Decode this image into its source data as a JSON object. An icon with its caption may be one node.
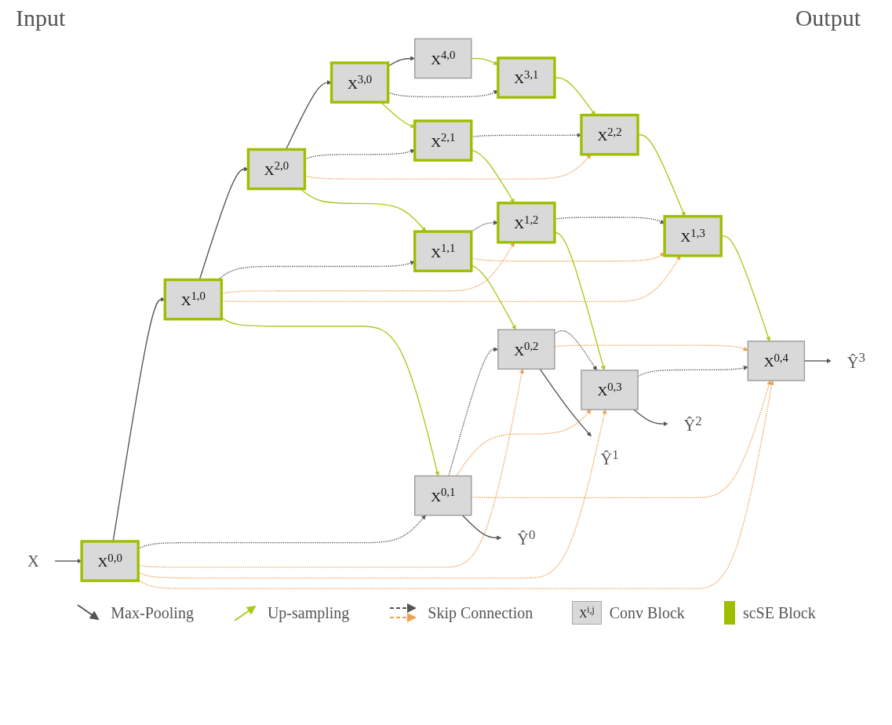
{
  "diagram": {
    "nodes": [
      {
        "text": [
          "X"
        ]
      },
      {
        "text": [
          "Ŷ$^{0}$"
        ]
      },
      {
        "text": [
          "Ŷ$^{1}$"
        ]
      },
      {
        "text": [
          "Ŷ$^{2}$"
        ]
      },
      {
        "text": [
          "Ŷ$^{3}$"
        ]
      },
      {
        "text": [
          "X$^{0,0}$"
        ]
      },
      {
        "text": [
          "X$^{0,1}$"
        ]
      },
      {
        "text": [
          "X$^{0,2}$"
        ]
      },
      {
        "text": [
          "X$^{0,3}$"
        ]
      },
      {
        "text": [
          "X$^{0,4}$"
        ]
      },
      {
        "text": [
          "X$^{1,0}$"
        ]
      },
      {
        "text": [
          "X$^{1,1}$"
        ]
      },
      {
        "text": [
          "X$^{1,2}$"
        ]
      },
      {
        "text": [
          "X$^{1,3}$"
        ]
      },
      {
        "text": [
          "X$^{2,0}$"
        ]
      },
      {
        "text": [
          "X$^{2,1}$"
        ]
      },
      {
        "text": [
          "X$^{2,2}$"
        ]
      },
      {
        "text": [
          "X$^{3,0}$"
        ]
      },
      {
        "text": [
          "X$^{3,1}$"
        ]
      },
      {
        "text": [
          "X$^{4,0}$"
        ]
      }
    ],
    "edges": [
      {
        "from": 0,
        "to": 5,
        "arrow": "to"
      },
      {
        "from": 5,
        "to": 10,
        "arrow": "to"
      },
      {
        "from": 10,
        "to": 14,
        "arrow": "to"
      },
      {
        "from": 14,
        "to": 17,
        "arrow": "to"
      },
      {
        "from": 17,
        "to": 19,
        "arrow": "to"
      },
      {
        "from": 5,
        "to": 6,
        "arrow": "to",
        "style": "dashed"
      },
      {
        "from": 6,
        "to": 7,
        "arrow": "to",
        "style": "dashed"
      },
      {
        "from": 7,
        "to": 8,
        "arrow": "to",
        "style": "dashed"
      },
      {
        "from": 8,
        "to": 9,
        "arrow": "to",
        "style": "dashed"
      },
      {
        "from": 10,
        "to": 11,
        "arrow": "to",
        "style": "dashed"
      },
      {
        "from": 11,
        "to": 12,
        "arrow": "to",
        "style": "dashed"
      },
      {
        "from": 12,
        "to": 13,
        "arrow": "to",
        "style": "dashed"
      },
      {
        "from": 14,
        "to": 15,
        "arrow": "to",
        "style": "dashed"
      },
      {
        "from": 15,
        "to": 16,
        "arrow": "to",
        "style": "dashed"
      },
      {
        "from": 17,
        "to": 18,
        "arrow": "to",
        "style": "dashed"
      },
      {
        "from": 5,
        "to": 7,
        "arrow": "to",
        "style": "dashed",
        "color": "#f0a050"
      },
      {
        "from": 5,
        "to": 8,
        "arrow": "to",
        "style": "dashed",
        "color": "#f0a050"
      },
      {
        "from": 5,
        "to": 9,
        "arrow": "to",
        "style": "dashed",
        "color": "#f0a050"
      },
      {
        "from": 6,
        "to": 8,
        "arrow": "to",
        "style": "dashed",
        "color": "#f0a050"
      },
      {
        "from": 6,
        "to": 9,
        "arrow": "to",
        "style": "dashed",
        "color": "#f0a050"
      },
      {
        "from": 7,
        "to": 9,
        "arrow": "to",
        "style": "dashed",
        "color": "#f0a050"
      },
      {
        "from": 10,
        "to": 12,
        "arrow": "to",
        "style": "dashed",
        "color": "#f0a050"
      },
      {
        "from": 10,
        "to": 13,
        "arrow": "to",
        "style": "dashed",
        "color": "#f0a050"
      },
      {
        "from": 11,
        "to": 13,
        "arrow": "to",
        "style": "dashed",
        "color": "#f0a050"
      },
      {
        "from": 14,
        "to": 16,
        "arrow": "to",
        "style": "dashed",
        "color": "#f0a050"
      },
      {
        "from": 10,
        "to": 6,
        "arrow": "to",
        "color": "#a8cc1c"
      },
      {
        "from": 14,
        "to": 11,
        "arrow": "to",
        "color": "#a8cc1c"
      },
      {
        "from": 11,
        "to": 7,
        "arrow": "to",
        "color": "#a8cc1c"
      },
      {
        "from": 17,
        "to": 15,
        "arrow": "to",
        "color": "#a8cc1c"
      },
      {
        "from": 15,
        "to": 12,
        "arrow": "to",
        "color": "#a8cc1c"
      },
      {
        "from": 12,
        "to": 8,
        "arrow": "to",
        "color": "#a8cc1c"
      },
      {
        "from": 19,
        "to": 18,
        "arrow": "to",
        "color": "#a8cc1c"
      },
      {
        "from": 18,
        "to": 16,
        "arrow": "to",
        "color": "#a8cc1c"
      },
      {
        "from": 16,
        "to": 13,
        "arrow": "to",
        "color": "#a8cc1c"
      },
      {
        "from": 13,
        "to": 9,
        "arrow": "to",
        "color": "#a8cc1c"
      },
      {
        "from": 6,
        "to": 1,
        "arrow": "to"
      },
      {
        "from": 7,
        "to": 2,
        "arrow": "to"
      },
      {
        "from": 8,
        "to": 3,
        "arrow": "to"
      },
      {
        "from": 9,
        "to": 4,
        "arrow": "to"
      }
    ],
    "labels": [
      "Input",
      "Output",
      "X$^{i,j}$"
    ],
    "legend": [
      {
        "text": "Max-Pooling"
      },
      {
        "text": "Up-sampling"
      },
      {
        "text": "Skip Connection"
      },
      {
        "text": "Conv Block"
      },
      {
        "text": "scSE Block",
        "color": "#9dbf00"
      }
    ]
  }
}
